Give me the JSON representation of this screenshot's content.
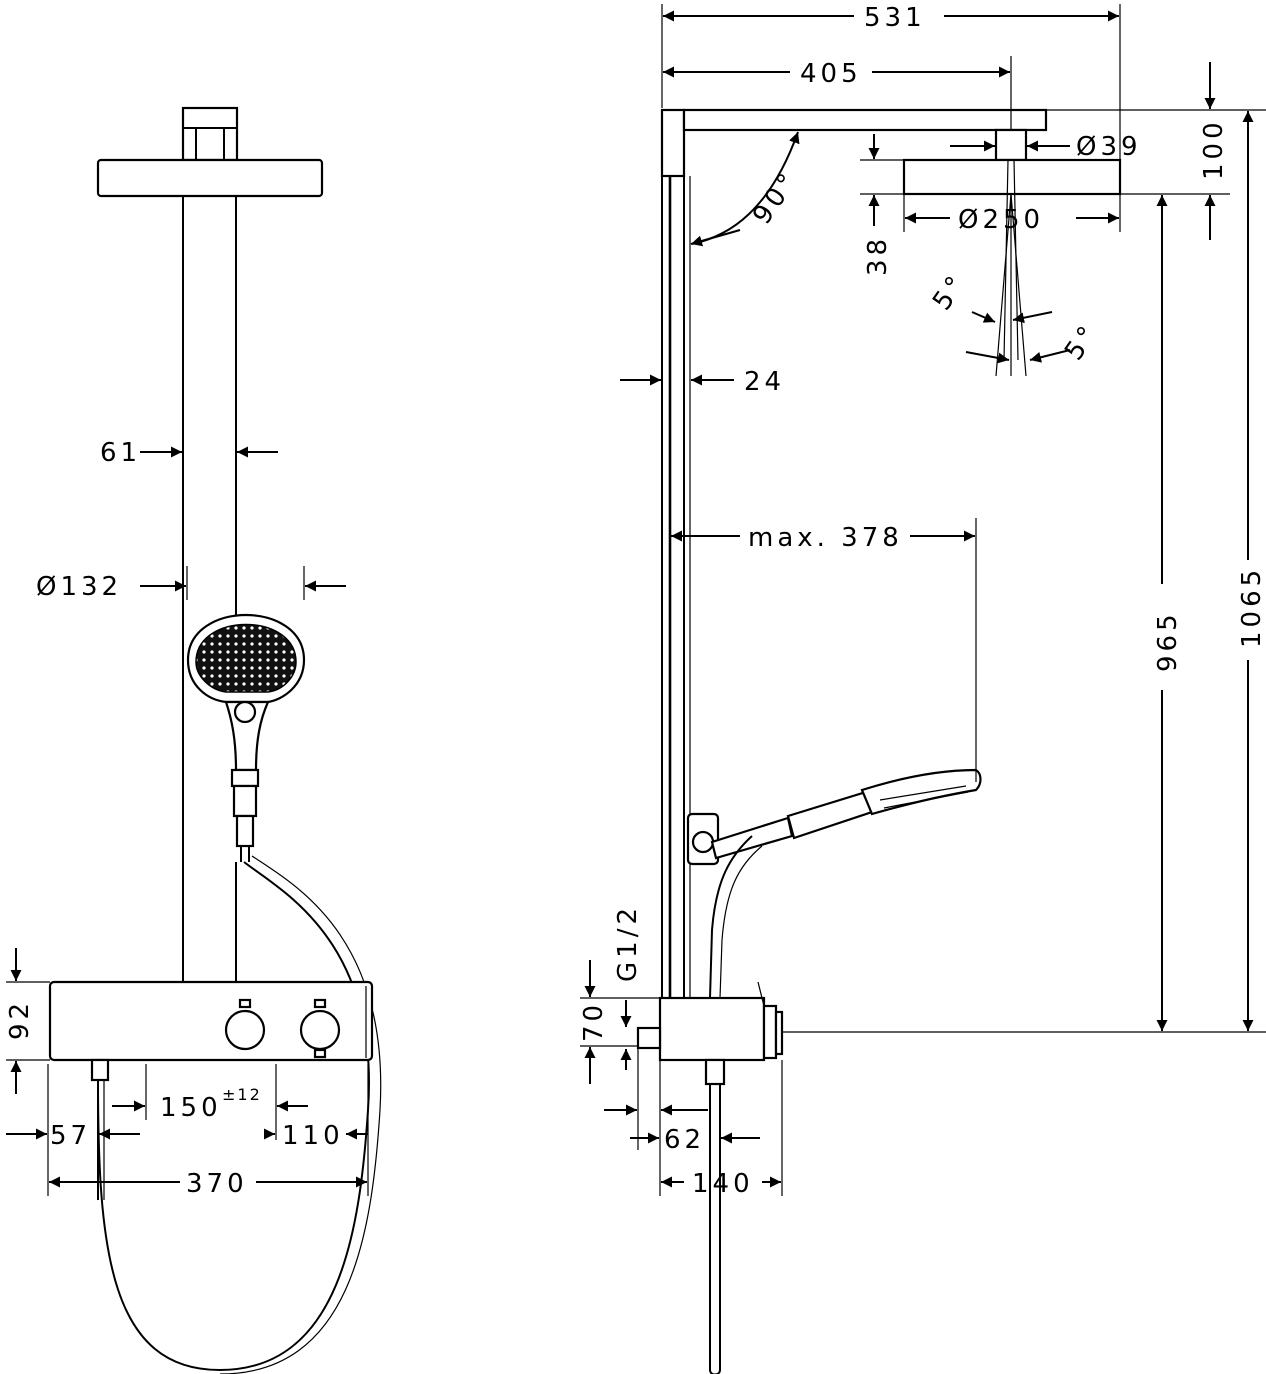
{
  "front_view": {
    "width_pipe": "61",
    "hand_shower_diameter": "Ø132",
    "thermostat_height": "92",
    "inlet_distance": "150",
    "inlet_tolerance": "±12",
    "left_offset": "57",
    "right_offset": "110",
    "total_width": "370"
  },
  "side_view": {
    "projection_total": "531",
    "projection_head": "405",
    "head_connector_diameter": "Ø39",
    "head_offset": "100",
    "head_diameter": "Ø250",
    "head_thickness": "38",
    "angle_arm": "90°",
    "tilt_left": "5°",
    "tilt_right": "5°",
    "rail_depth": "24",
    "holder_reach": "max. 378",
    "height_head": "965",
    "height_total": "1065",
    "thread": "G1/2",
    "mixer_height": "70",
    "wall_to_mixer": "62",
    "mixer_depth": "140"
  }
}
